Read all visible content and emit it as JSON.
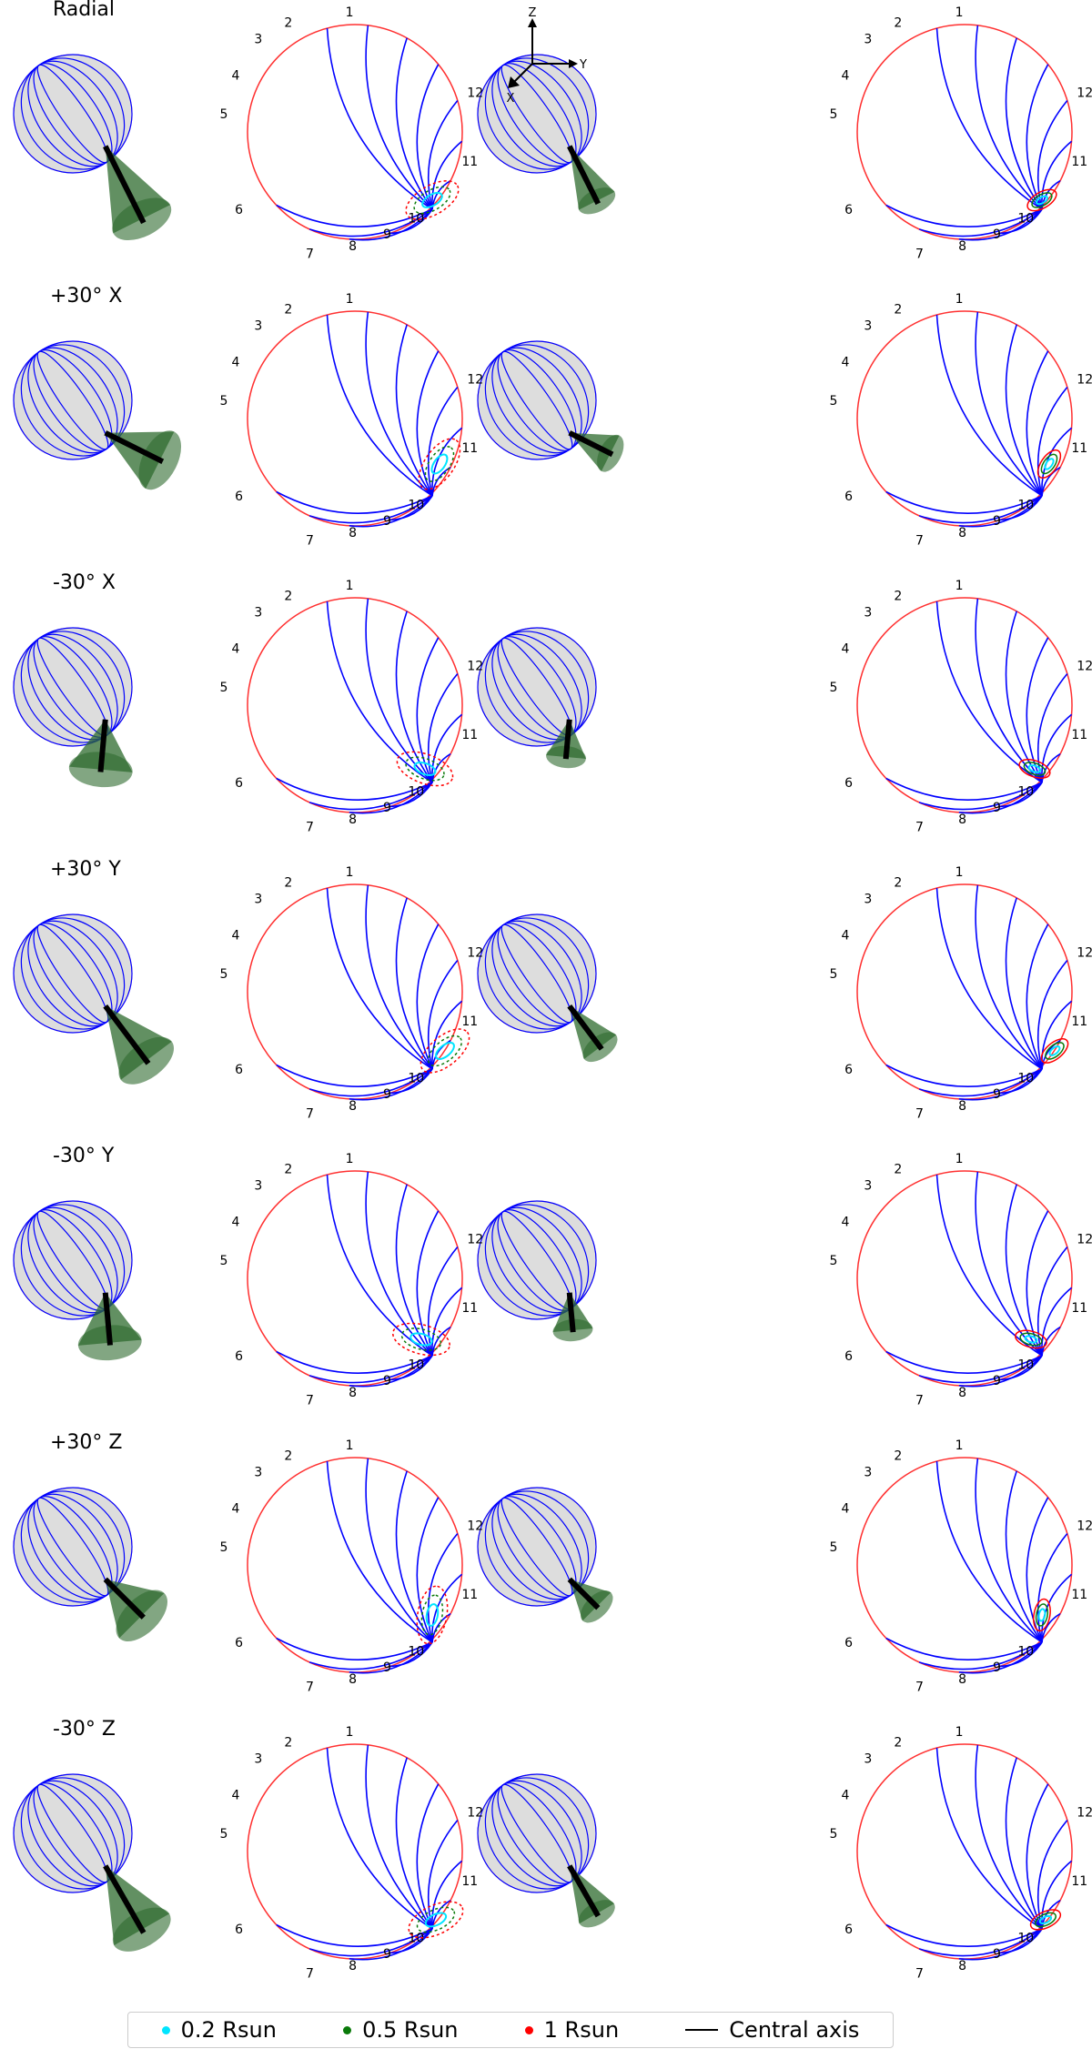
{
  "rows": [
    {
      "label": "Radial"
    },
    {
      "label": "+30° X"
    },
    {
      "label": "-30° X"
    },
    {
      "label": "+30° Y"
    },
    {
      "label": "-30° Y"
    },
    {
      "label": "+30° Z"
    },
    {
      "label": "-30° Z"
    }
  ],
  "meridian_labels": [
    "1",
    "2",
    "3",
    "4",
    "5",
    "6",
    "7",
    "8",
    "9",
    "10",
    "11",
    "12"
  ],
  "axes_glyph": {
    "z": "Z",
    "y": "Y",
    "x": "X"
  },
  "legend": {
    "items": [
      {
        "label": "0.2 Rsun",
        "color": "#00e5ff"
      },
      {
        "label": "0.5 Rsun",
        "color": "#0a7a0a"
      },
      {
        "label": "1 Rsun",
        "color": "#ff0000"
      },
      {
        "label": "Central axis",
        "color": "#000000"
      }
    ]
  },
  "colors": {
    "sphere_fill": "#dddddd",
    "meridian": "#0000ff",
    "limb": "#ff3030",
    "cone": "#2e6b2e"
  }
}
